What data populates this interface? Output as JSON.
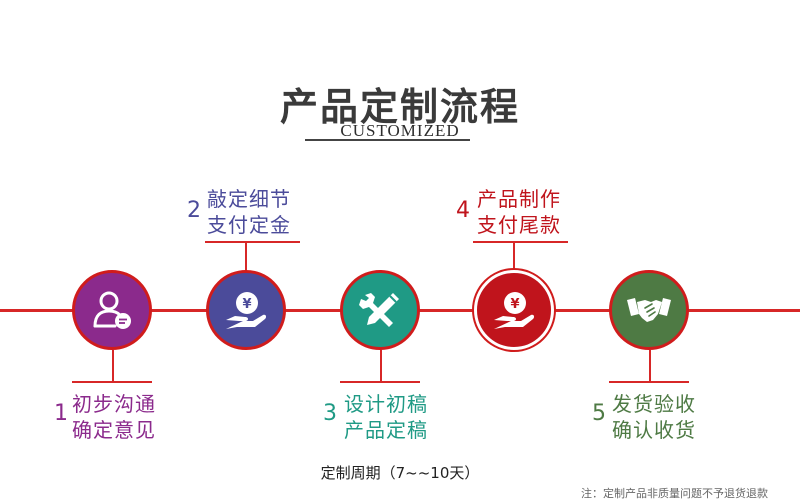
{
  "header": {
    "title": "产品定制流程",
    "subtitle": "CUSTOMIZED"
  },
  "steps": [
    {
      "number": "1",
      "line1": "初步沟通",
      "line2": "确定意见",
      "color": "#8b2a8c",
      "icon": "user-chat-icon"
    },
    {
      "number": "2",
      "line1": "敲定细节",
      "line2": "支付定金",
      "color": "#4b4b9a",
      "icon": "hand-yen-coin-icon"
    },
    {
      "number": "3",
      "line1": "设计初稿",
      "line2": "产品定稿",
      "color": "#1f9a85",
      "icon": "wrench-pencil-icon"
    },
    {
      "number": "4",
      "line1": "产品制作",
      "line2": "支付尾款",
      "color": "#c0141c",
      "icon": "hand-yen-coin-icon"
    },
    {
      "number": "5",
      "line1": "发货验收",
      "line2": "确认收货",
      "color": "#4e7a44",
      "icon": "handshake-icon"
    }
  ],
  "footer": {
    "cycle": "定制周期（7~~10天）",
    "note": "注：定制产品非质量问题不予退货退款"
  },
  "colors": {
    "timeline": "#d72727",
    "title": "#3a3a3a"
  }
}
